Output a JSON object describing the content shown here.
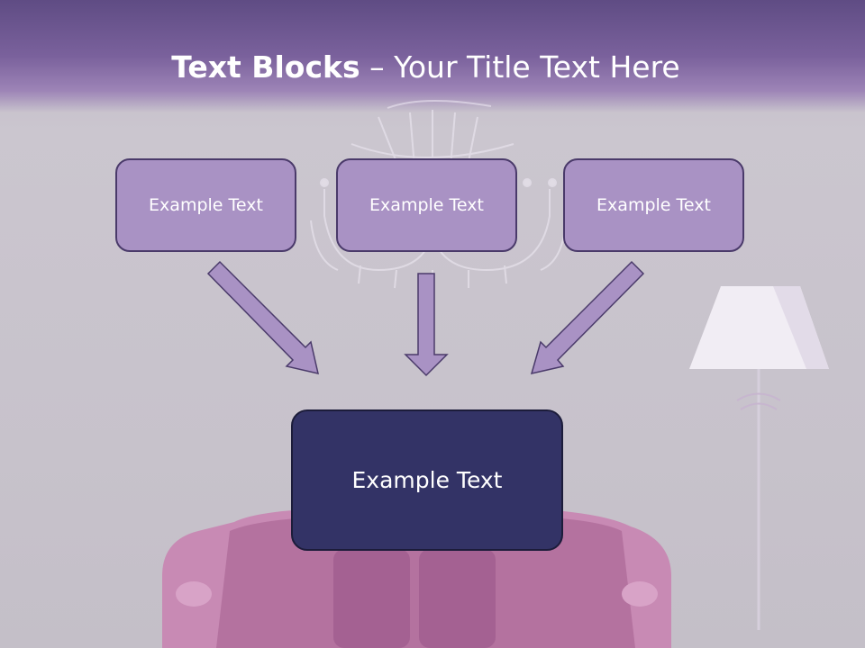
{
  "slide": {
    "title_bold": "Text Blocks",
    "title_sep": " – ",
    "title_rest": "Your Title Text Here"
  },
  "blocks": [
    {
      "label": "Example Text"
    },
    {
      "label": "Example Text"
    },
    {
      "label": "Example Text"
    }
  ],
  "target": {
    "label": "Example Text"
  },
  "colors": {
    "title_band": "#7a619c",
    "block_fill": "#a992c4",
    "block_border": "#4a3a6a",
    "target_fill": "#333366",
    "arrow_fill": "#a992c4"
  }
}
